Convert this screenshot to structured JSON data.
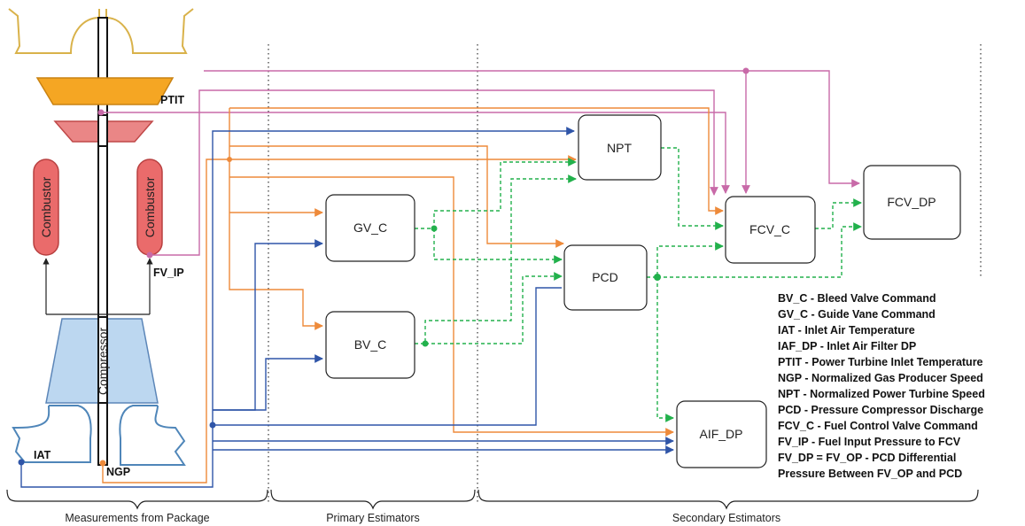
{
  "measurements": {
    "ptit": "PTIT",
    "fv_ip": "FV_IP",
    "iat": "IAT",
    "ngp": "NGP"
  },
  "engine": {
    "combustor_left": "Combustor",
    "combustor_right": "Combustor",
    "compressor": "Compressor"
  },
  "estimators": {
    "gv_c": "GV_C",
    "bv_c": "BV_C",
    "npt": "NPT",
    "pcd": "PCD",
    "fcv_c": "FCV_C",
    "fcv_dp": "FCV_DP",
    "aif_dp": "AIF_DP"
  },
  "sections": {
    "measurements": "Measurements from Package",
    "primary": "Primary Estimators",
    "secondary": "Secondary Estimators"
  },
  "legend": [
    "BV_C - Bleed Valve Command",
    "GV_C - Guide Vane Command",
    "IAT - Inlet Air Temperature",
    "IAF_DP - Inlet Air Filter DP",
    "PTIT - Power Turbine Inlet Temperature",
    "NGP - Normalized Gas Producer Speed",
    "NPT - Normalized Power Turbine Speed",
    "PCD - Pressure Compressor Discharge",
    "FCV_C  - Fuel Control Valve Command",
    "FV_IP - Fuel Input Pressure to FCV",
    "FV_DP = FV_OP - PCD Differential",
    "Pressure Between FV_OP and PCD"
  ],
  "colors": {
    "orange": "#ee8a3a",
    "blue": "#2f55a8",
    "pink": "#c86aa8",
    "green": "#22b14c",
    "turbine": "#f5a623",
    "combustor": "#ea6b6b",
    "compressor": "#bcd7f0"
  }
}
